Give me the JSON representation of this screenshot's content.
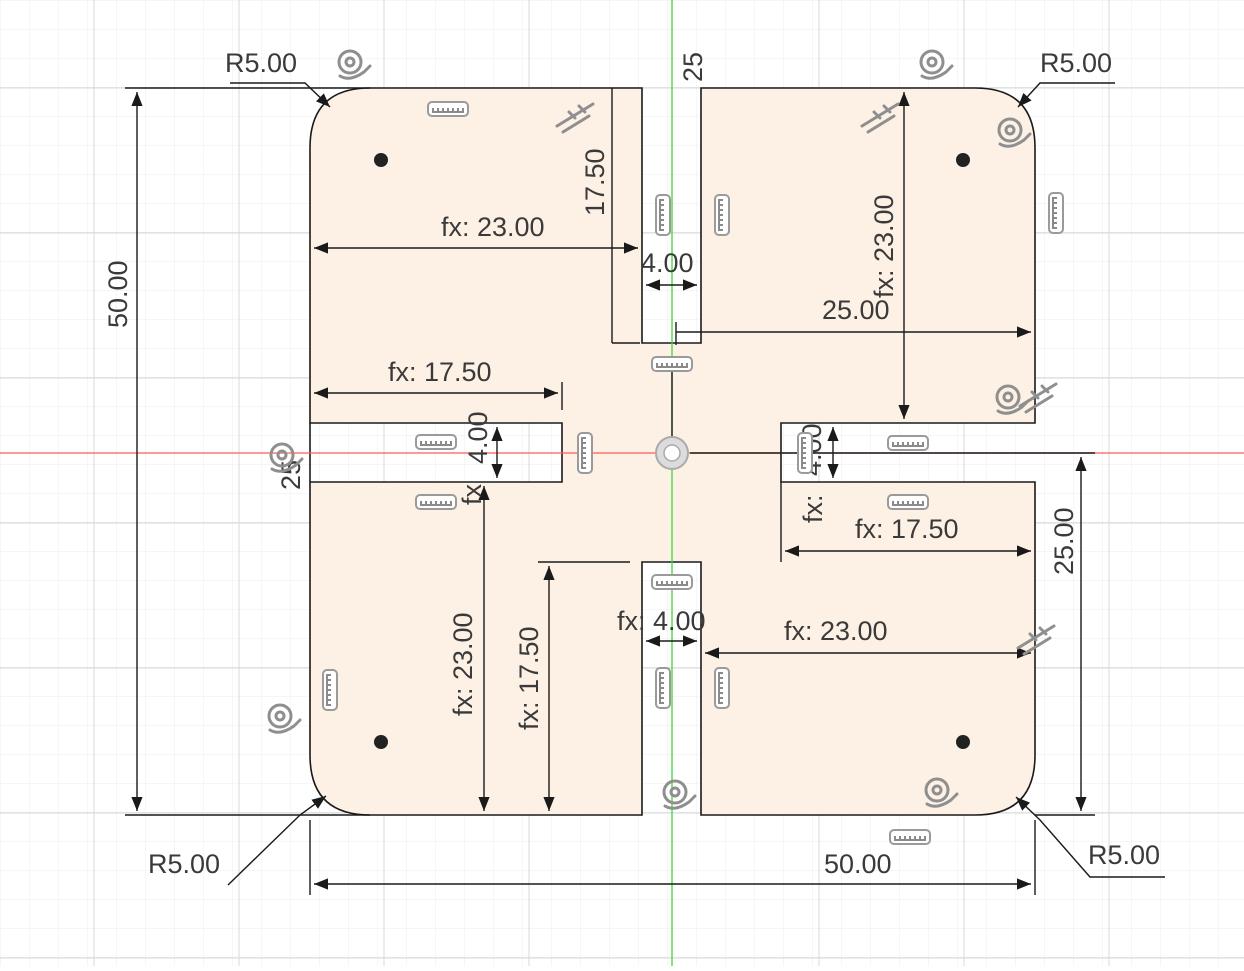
{
  "sketch": {
    "colors": {
      "background": "#ffffff",
      "grid_minor": "#ececec",
      "grid_major": "#d9d9d9",
      "profile_fill": "#fdf1e6",
      "line": "#1a1a1a",
      "x_axis": "#ff3b3b",
      "y_axis": "#2cd42c",
      "constraint_icon": "#8f8f8f"
    },
    "labels": {
      "radius_top_left": "R5.00",
      "radius_top_right": "R5.00",
      "radius_bottom_left": "R5.00",
      "radius_bottom_right": "R5.00",
      "height_left": "50.00",
      "width_bottom": "50.00",
      "top_slot_depth": "17.50",
      "top_slot_width": "4.00",
      "top_left_width": "fx: 23.00",
      "top_right_width": "25.00",
      "top_right_height": "fx: 23.00",
      "top_center_partial": "25",
      "left_slot_length": "fx: 17.50",
      "left_slot_width": "4.00",
      "left_partial_a": "25",
      "left_partial_b": "fx",
      "right_slot_width": "4.00",
      "right_slot_fx": "fx:",
      "right_slot_length": "fx: 17.50",
      "right_height": "25.00",
      "bottom_slot_width": "fx: 4.00",
      "bottom_right_width": "fx: 23.00",
      "bottom_left_height": "fx: 23.00",
      "bottom_slot_depth": "fx: 17.50"
    },
    "icons": [
      "tangent-icon",
      "horizontal-constraint-icon",
      "vertical-constraint-icon",
      "symmetry-icon",
      "point-icon",
      "origin-icon"
    ]
  }
}
